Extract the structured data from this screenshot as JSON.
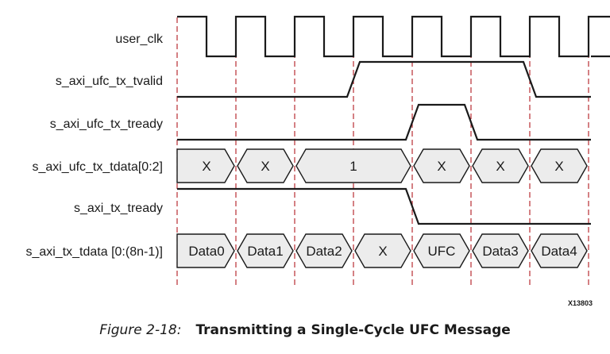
{
  "signals": [
    {
      "name": "user_clk",
      "kind": "clock"
    },
    {
      "name": "s_axi_ufc_tx_tvalid",
      "kind": "bit",
      "levels": [
        0,
        0,
        0,
        1,
        1,
        1,
        0,
        0,
        0,
        0
      ]
    },
    {
      "name": "s_axi_ufc_tx_tready",
      "kind": "bit",
      "levels": [
        0,
        0,
        0,
        0,
        1,
        0,
        0,
        0,
        0,
        0
      ]
    },
    {
      "name": "s_axi_ufc_tx_tdata[0:2]",
      "kind": "bus",
      "segments": [
        {
          "label": "X",
          "cycles": 1
        },
        {
          "label": "X",
          "cycles": 1
        },
        {
          "label": "1",
          "cycles": 2
        },
        {
          "label": "X",
          "cycles": 1
        },
        {
          "label": "X",
          "cycles": 1
        },
        {
          "label": "X",
          "cycles": 1
        }
      ]
    },
    {
      "name": "s_axi_tx_tready",
      "kind": "bit",
      "levels": [
        1,
        1,
        1,
        1,
        0,
        0,
        0,
        0,
        0,
        0
      ]
    },
    {
      "name": "s_axi_tx_tdata [0:(8n-1)]",
      "kind": "bus",
      "segments": [
        {
          "label": "Data0",
          "cycles": 1
        },
        {
          "label": "Data1",
          "cycles": 1
        },
        {
          "label": "Data2",
          "cycles": 1
        },
        {
          "label": "X",
          "cycles": 1
        },
        {
          "label": "UFC",
          "cycles": 1
        },
        {
          "label": "Data3",
          "cycles": 1
        },
        {
          "label": "Data4",
          "cycles": 1
        }
      ]
    }
  ],
  "figure_id": "X13803",
  "caption": {
    "number": "Figure 2-18:",
    "title": "Transmitting a Single-Cycle UFC Message"
  }
}
